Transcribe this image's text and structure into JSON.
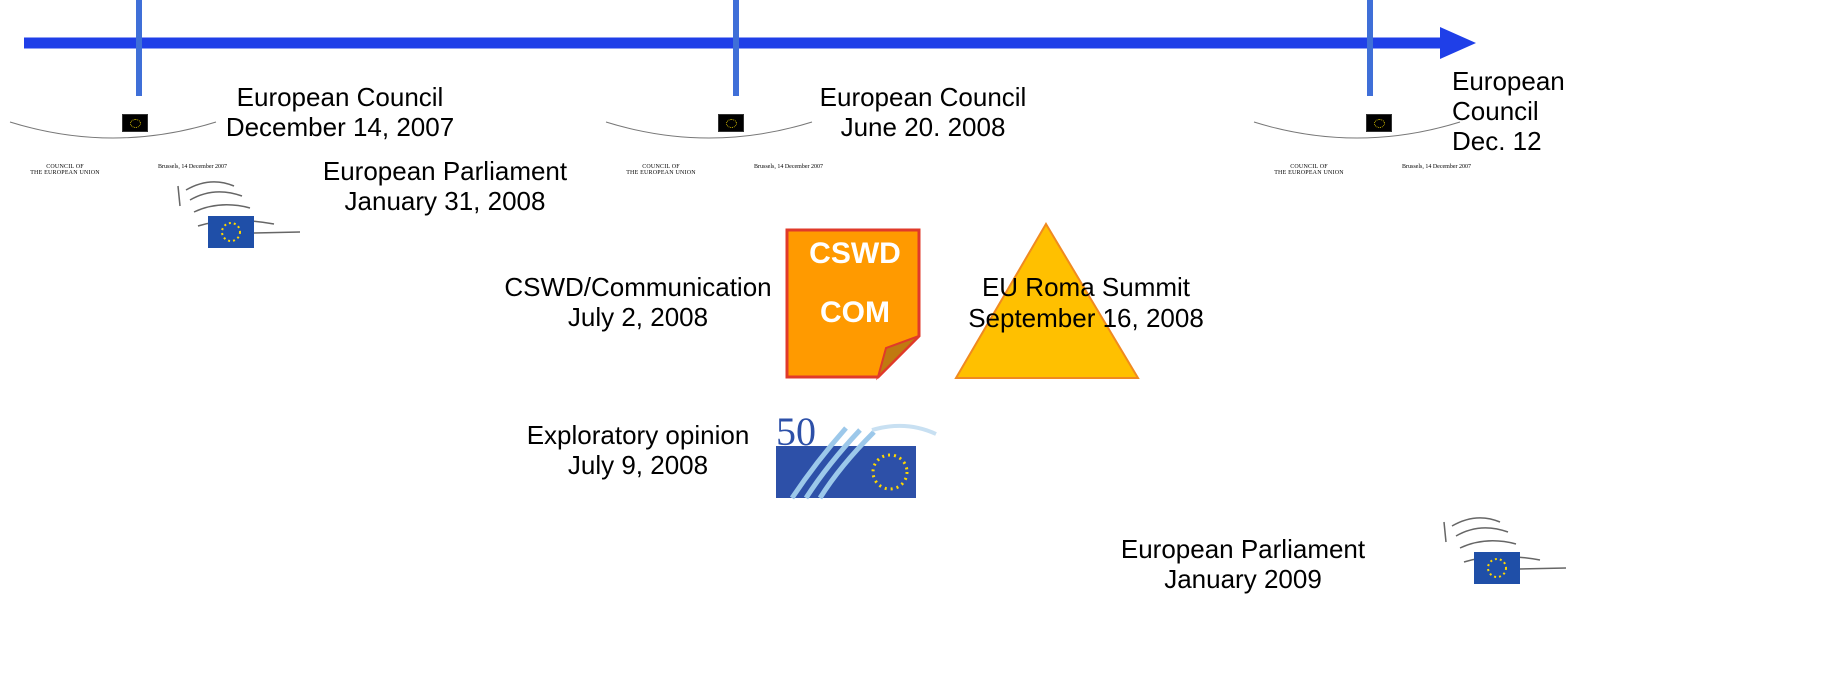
{
  "timeline": {
    "arrow_color": "#1f3fe8",
    "tick_color": "#3f6fd8"
  },
  "events": {
    "council_dec_2007": {
      "line1": "European Council",
      "line2": "December 14, 2007"
    },
    "council_jun_2008": {
      "line1": "European Council",
      "line2": "June 20. 2008"
    },
    "council_dec_2008": {
      "line1": "European",
      "line2": "Council",
      "line3": "Dec. 12"
    },
    "parliament_jan_2008": {
      "line1": "European Parliament",
      "line2": "January 31, 2008"
    },
    "cswd_comm": {
      "line1": "CSWD/Communication",
      "line2": "July 2, 2008"
    },
    "roma_summit": {
      "line1": "EU Roma Summit",
      "line2": "September 16, 2008"
    },
    "exploratory": {
      "line1": "Exploratory opinion",
      "line2": "July 9, 2008"
    },
    "parliament_jan_2009": {
      "line1": "European Parliament",
      "line2": "January 2009"
    }
  },
  "council_doc": {
    "org_line1": "COUNCIL OF",
    "org_line2": "THE EUROPEAN UNION",
    "date_left": "Brussels, 14 December 2007"
  },
  "cswd_doc": {
    "label1": "CSWD",
    "label2": "COM",
    "fill": "#ff9a00",
    "border": "#e03a2a"
  },
  "summit_triangle": {
    "fill": "#ffc000",
    "border": "#f08a20"
  },
  "eesc_logo": {
    "number": "50"
  }
}
